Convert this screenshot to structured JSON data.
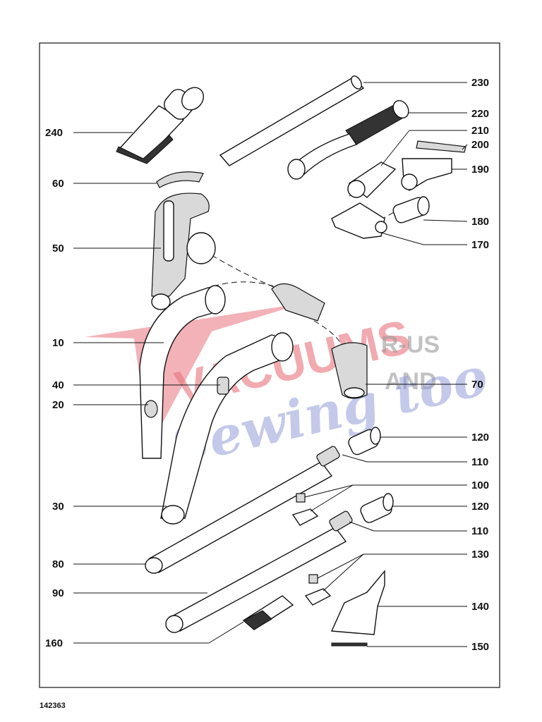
{
  "drawing_number": "142363",
  "watermark": {
    "line1": "VACUUMS",
    "line2": "R-US",
    "line3": "AND",
    "line4": "Sewing too"
  },
  "callouts": [
    {
      "id": "230",
      "text": "230"
    },
    {
      "id": "220",
      "text": "220"
    },
    {
      "id": "210",
      "text": "210"
    },
    {
      "id": "200",
      "text": "200"
    },
    {
      "id": "190",
      "text": "190"
    },
    {
      "id": "180",
      "text": "180"
    },
    {
      "id": "170",
      "text": "170"
    },
    {
      "id": "240",
      "text": "240"
    },
    {
      "id": "60",
      "text": "60"
    },
    {
      "id": "50",
      "text": "50"
    },
    {
      "id": "10",
      "text": "10"
    },
    {
      "id": "40",
      "text": "40"
    },
    {
      "id": "20",
      "text": "20"
    },
    {
      "id": "70",
      "text": "70"
    },
    {
      "id": "120a",
      "text": "120"
    },
    {
      "id": "110a",
      "text": "110"
    },
    {
      "id": "100",
      "text": "100"
    },
    {
      "id": "30",
      "text": "30"
    },
    {
      "id": "120b",
      "text": "120"
    },
    {
      "id": "110b",
      "text": "110"
    },
    {
      "id": "80",
      "text": "80"
    },
    {
      "id": "130",
      "text": "130"
    },
    {
      "id": "90",
      "text": "90"
    },
    {
      "id": "140",
      "text": "140"
    },
    {
      "id": "160",
      "text": "160"
    },
    {
      "id": "150",
      "text": "150"
    }
  ]
}
